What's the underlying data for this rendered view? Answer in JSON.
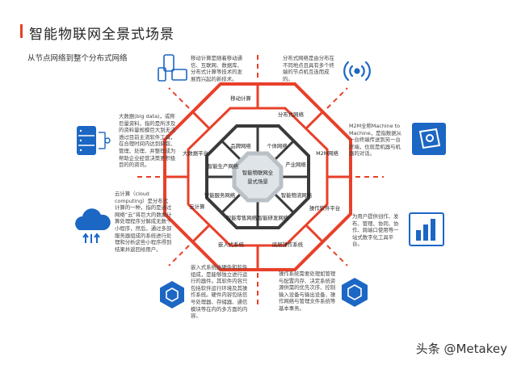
{
  "header": {
    "title": "智能物联网全景式场景",
    "subtitle": "从节点网络到整个分布式网络"
  },
  "colors": {
    "accent": "#e8402a",
    "ring_dark": "#3a3a3a",
    "ring_gray": "#c8cdd1",
    "center_fill": "#dfe4e8",
    "icon_blue": "#1c66c4"
  },
  "diagram": {
    "outer_ring": [
      "移动计算",
      "分布式网络",
      "M2M网络",
      "操作软件平台",
      "底层操作系统",
      "嵌入式系统",
      "云计算",
      "大数据平台"
    ],
    "middle_ring": [
      "品牌网络",
      "个体网络",
      "产业网络",
      "智能物流网络",
      "智能研发网络",
      "智能零售网络",
      "智能服务网络",
      "智能生产网络"
    ],
    "center": [
      "智能物联网全",
      "景式场景"
    ]
  },
  "descriptions": {
    "mobile": "移动计算是随着移动通信、互联网、数据库、分布式计算等技术的发展而兴起的新技术。",
    "distributed": "分布式网络是由分布在不同地点且具有多个终端的节点机互连而成的。",
    "m2m": "M2M全称Machine to Machine，是指数据从一台终端传送到另一台终端，也就是机器与机器的对话。",
    "platform": "为用户提供创作、发布、管理、协同、协作、跨端口使用等一站式数字化工具平台。",
    "os": "操作系统需要处理如管理与配置内存、决定系统资源供需的优先次序、控制输入设备与输出设备、操作网络与管理文件系统等基本事务。",
    "embedded": "嵌入式系统由硬件和软件组成，是能够独立进行运行的器件。其软件内容只包括软件运行环境及其操作系统。硬件内容包括信号处理器、存储器、通信模块等在内的多方面的内容。",
    "cloud": "云计算（cloud computing）是分布式计算的一种，指的是通过网络“云”将巨大的数据计算处理程序分解成无数个小程序，然后，通过多部服务器组成的系统进行处理和分析这些小程序得到结果并返回给用户。",
    "bigdata": "大数据(big data)，或称巨量资料，指的是所涉及的资料量规模巨大到无法透过目前主流软件工具，在合理时间内达到撷取、管理、处理、并整理成为帮助企业经营决策更积极目的的资讯。"
  },
  "icons": {
    "mobile": "mobile-devices-icon",
    "distributed": "wireless-signal-icon",
    "m2m": "machine-box-icon",
    "platform": "analytics-chart-icon",
    "os": "cube-os-icon",
    "embedded": "cube-embedded-icon",
    "cloud": "cloud-upload-icon",
    "bigdata": "database-icon"
  },
  "watermark": "头条 @Metakey"
}
